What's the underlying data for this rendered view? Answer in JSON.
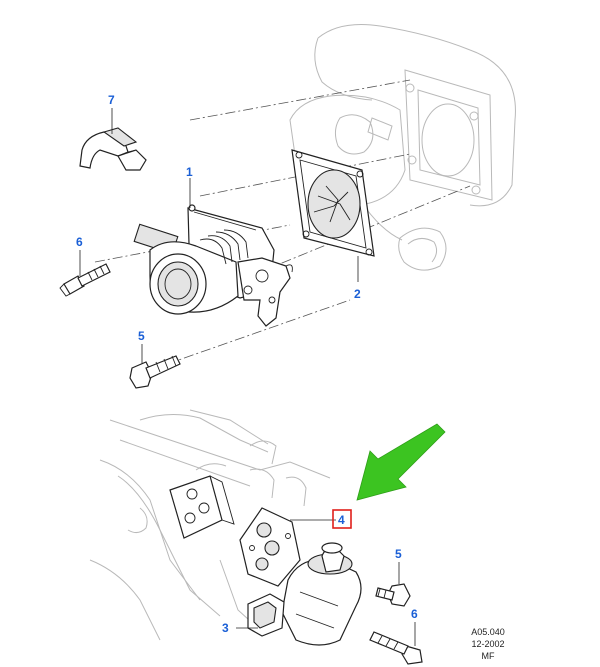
{
  "callouts": {
    "c1": "1",
    "c2": "2",
    "c3": "3",
    "c4": "4",
    "c5_upper": "5",
    "c5_lower": "5",
    "c6_upper": "6",
    "c6_lower": "6",
    "c7": "7"
  },
  "reference": {
    "code": "A05.040",
    "date": "12-2002",
    "initials": "MF"
  },
  "colors": {
    "callout_blue": "#1a5fd6",
    "highlight_red": "#e0201b",
    "arrow_green": "#3cc421"
  }
}
